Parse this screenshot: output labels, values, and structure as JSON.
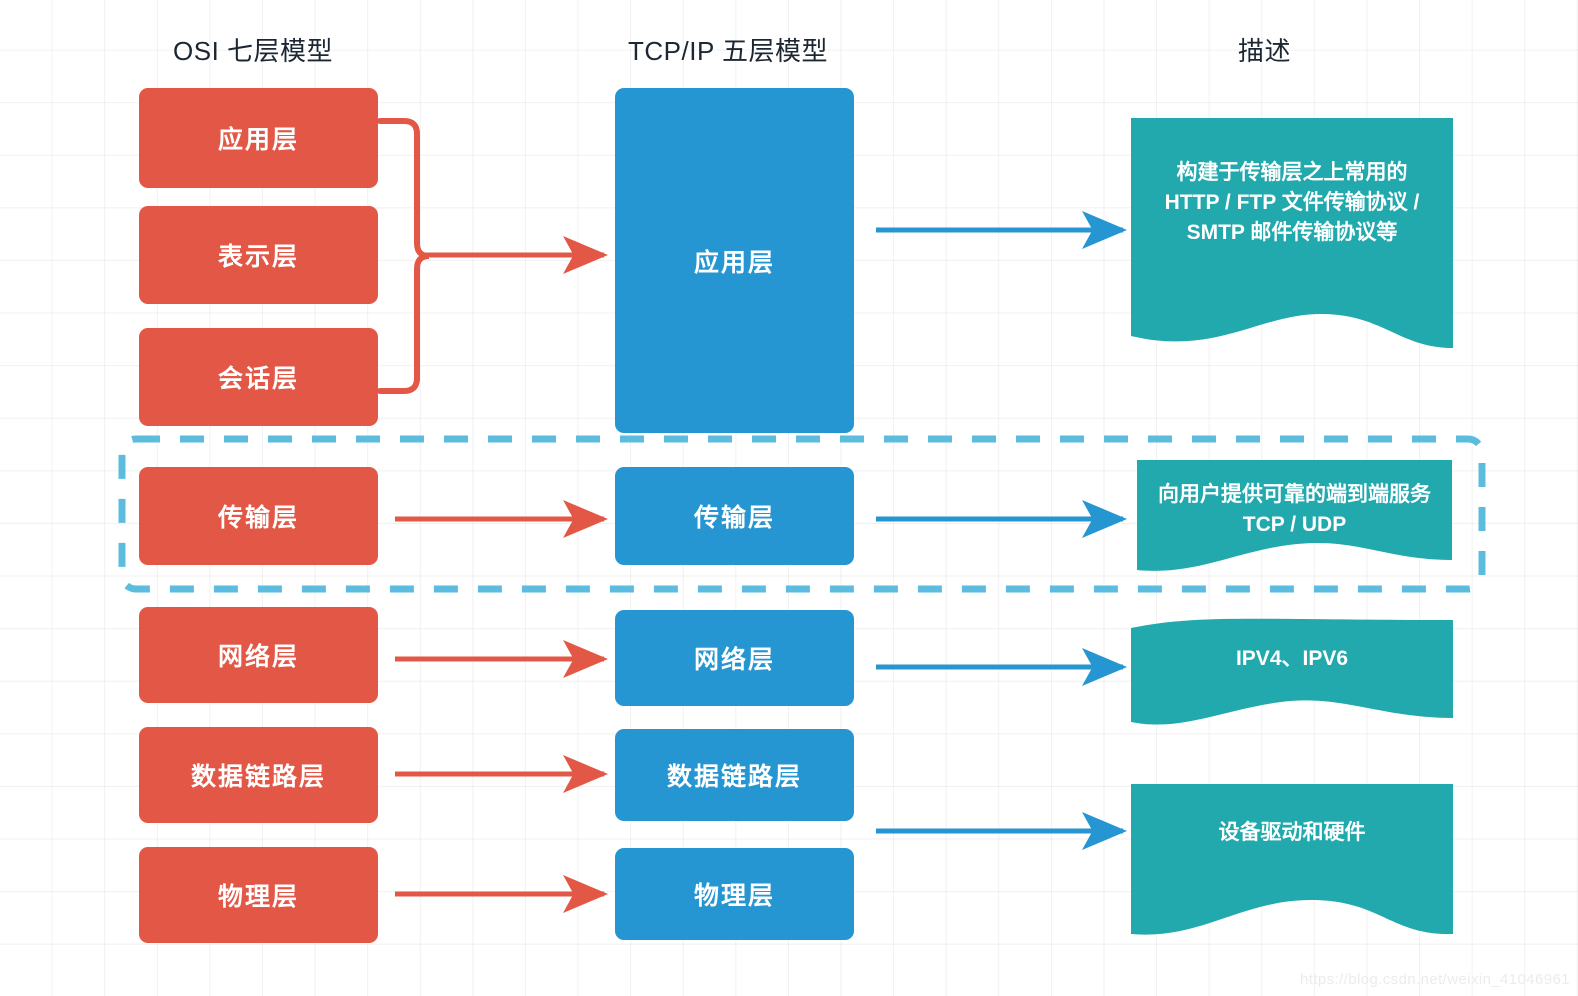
{
  "columns": {
    "osi_title": "OSI 七层模型",
    "tcp_title": "TCP/IP 五层模型",
    "desc_title": "描述"
  },
  "colors": {
    "osi_red": "#E25745",
    "tcp_blue": "#2596D1",
    "desc_teal": "#22A9AE",
    "dashed_blue": "#5BBCDE",
    "grid": "#ececec",
    "title_text": "#1d2733",
    "watermark": "#e9ecef"
  },
  "osi_layers": [
    {
      "label": "应用层"
    },
    {
      "label": "表示层"
    },
    {
      "label": "会话层"
    },
    {
      "label": "传输层"
    },
    {
      "label": "网络层"
    },
    {
      "label": "数据链路层"
    },
    {
      "label": "物理层"
    }
  ],
  "tcp_layers": [
    {
      "label": "应用层"
    },
    {
      "label": "传输层"
    },
    {
      "label": "网络层"
    },
    {
      "label": "数据链路层"
    },
    {
      "label": "物理层"
    }
  ],
  "descriptions": [
    {
      "text": "构建于传输层之上常用的\nHTTP / FTP 文件传输协议 /\nSMTP 邮件传输协议等"
    },
    {
      "text": "向用户提供可靠的端到端服务\nTCP / UDP"
    },
    {
      "text": "IPV4、IPV6"
    },
    {
      "text": "设备驱动和硬件"
    }
  ],
  "watermark": "https://blog.csdn.net/weixin_41046961"
}
